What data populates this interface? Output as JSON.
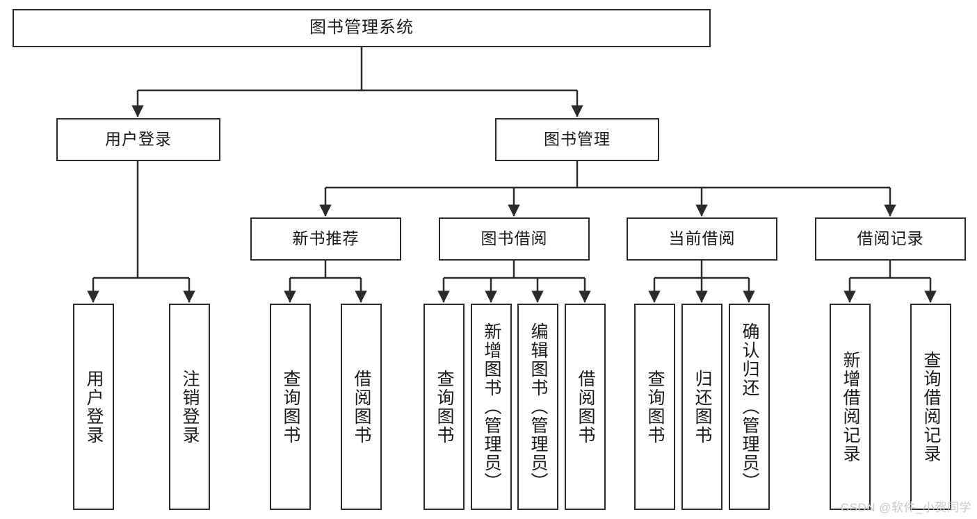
{
  "diagram": {
    "title": "图书管理系统",
    "type": "hierarchy-tree",
    "watermark": "CSDN @软件_小贺同学",
    "colors": {
      "box_border": "#2b2b2b",
      "box_fill": "#ffffff",
      "line": "#2b2b2b",
      "text": "#1a1a1a",
      "watermark": "#c9c9c9"
    },
    "root": {
      "label": "图书管理系统"
    },
    "level2": [
      {
        "label": "用户登录"
      },
      {
        "label": "图书管理"
      }
    ],
    "level3": [
      {
        "label": "新书推荐"
      },
      {
        "label": "图书借阅"
      },
      {
        "label": "当前借阅"
      },
      {
        "label": "借阅记录"
      }
    ],
    "leaves": {
      "user_login": [
        {
          "label": "用户登录"
        },
        {
          "label": "注销登录"
        }
      ],
      "new_book": [
        {
          "label": "查询图书"
        },
        {
          "label": "借阅图书"
        }
      ],
      "book_borrow": [
        {
          "label": "查询图书"
        },
        {
          "label": "新增图书（管理员）"
        },
        {
          "label": "编辑图书（管理员）"
        },
        {
          "label": "借阅图书"
        }
      ],
      "current_borrow": [
        {
          "label": "查询图书"
        },
        {
          "label": "归还图书"
        },
        {
          "label": "确认归还（管理员）"
        }
      ],
      "borrow_record": [
        {
          "label": "新增借阅记录"
        },
        {
          "label": "查询借阅记录"
        }
      ]
    }
  }
}
